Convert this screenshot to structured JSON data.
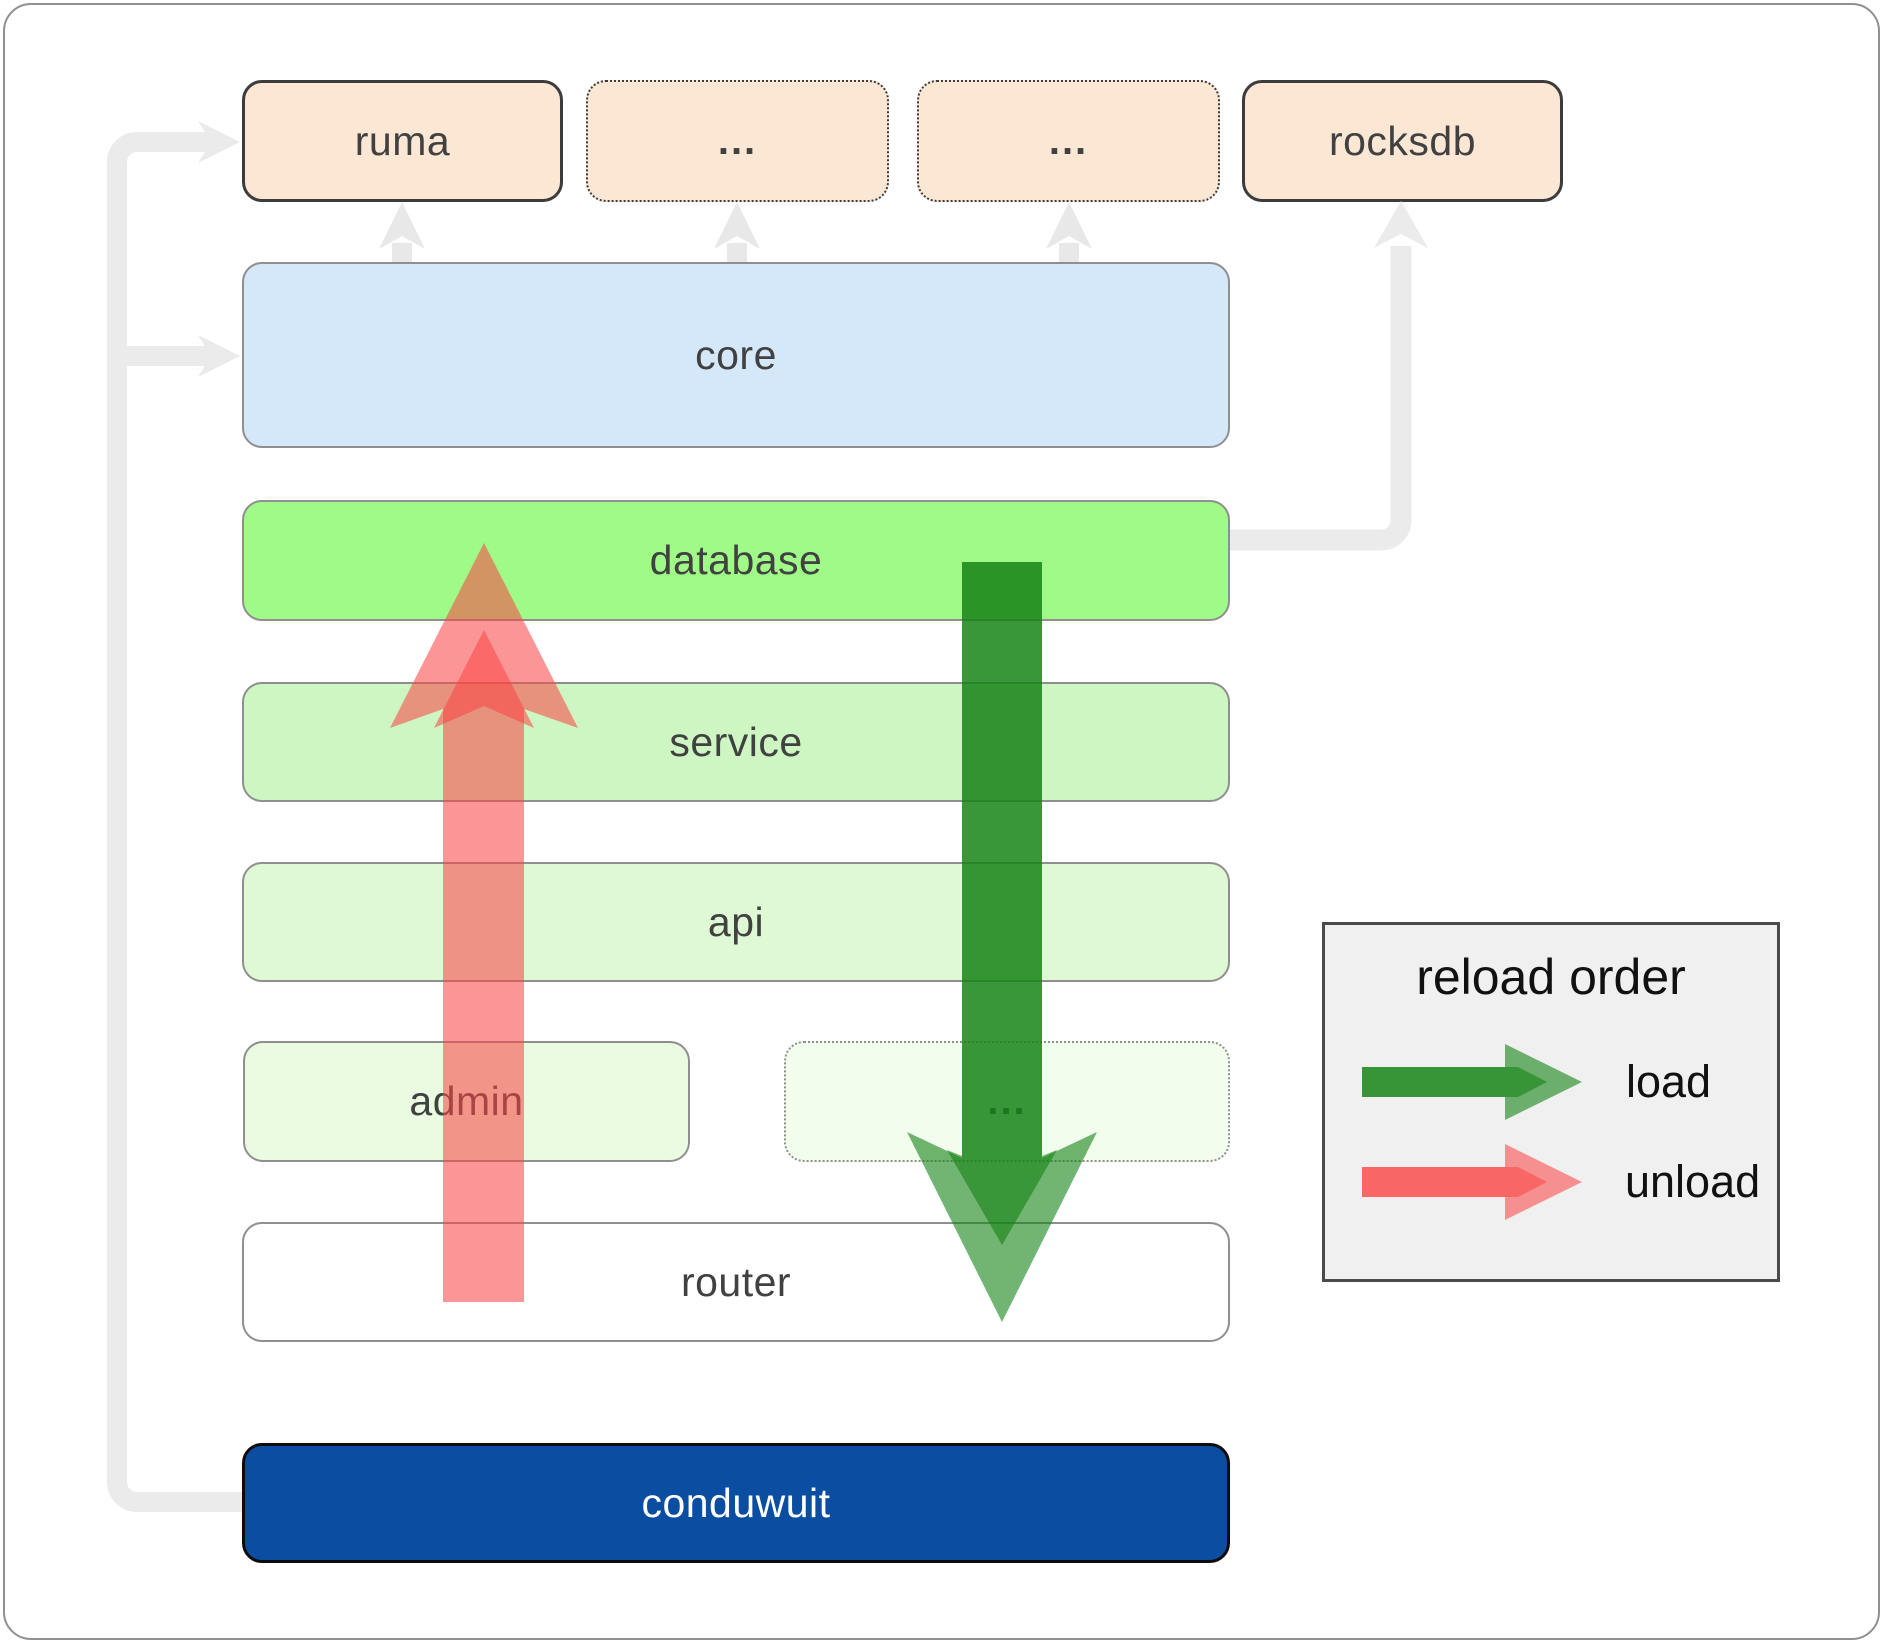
{
  "nodes": {
    "ruma": "ruma",
    "more_a": "...",
    "more_b": "...",
    "rocksdb": "rocksdb",
    "core": "core",
    "database": "database",
    "service": "service",
    "api": "api",
    "admin": "admin",
    "more_admin": "...",
    "router": "router",
    "conduwuit": "conduwuit"
  },
  "legend": {
    "title": "reload order",
    "items": [
      {
        "label": "load",
        "color": "#148214"
      },
      {
        "label": "unload",
        "color": "#fa4646"
      }
    ]
  },
  "colors": {
    "peach_box": "#fce7d5",
    "core_blue": "#d5e8fa",
    "database_green": "#9ffa87",
    "service_green": "#cdf6c2",
    "api_green": "#def9d4",
    "admin_green": "#eafbe1",
    "admin_dots_green": "#f2fdee",
    "conduwuit_navy": "#0b4da0",
    "load_arrow": "rgba(20,130,20,0.60)",
    "unload_arrow": "rgba(250,70,70,0.57)",
    "connector_gray": "#ebebeb",
    "legend_bg": "#f0f0f0",
    "label_text": "#414141"
  }
}
